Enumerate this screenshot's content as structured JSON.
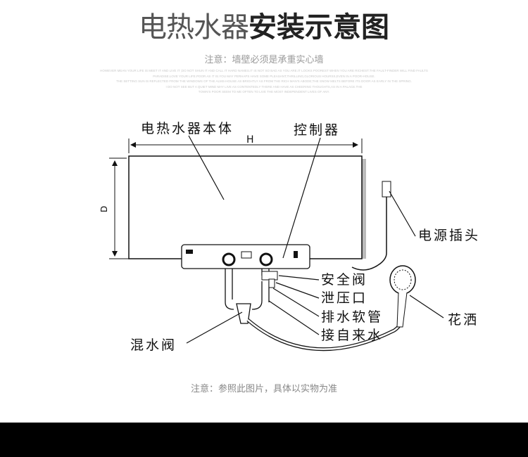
{
  "title": {
    "thin": "电热水器",
    "bold": "安装示意图"
  },
  "subtitle": "注意：墙壁必须是承重实心墙",
  "english_lines": [
    "HOWEVER MEAN YOUR LIFE IS MEET IT AND LIVE IT ;DO NOT SHUN IT AND CALL IT HARD NAMES.IT IS NOT SO BAD AS YOU ARE.IT LOOKS POOREST WHEN YOU ARE RICHEST.THE FAULT-FINDER WILL FIND FAULTS",
    "PARADISE.LOVE YOUR LIFE.POOR AS IT IS.YOU MAY PERHAPS HAVE SOME PLEASANT,THRILLING,GLORIOUS HOURSS,EVEN IN A POOR-HOUSE.",
    "THE SETTING SUN IS REFLECTED FROM THE WINDOWS OF THE ALMS-HOUSE AS BRIGHTLY AS FROM THE RICH MAN'S ABODE;THE SNOW MELTS BEFORE ITS DOOR AS EARLY IN THE SPRING.",
    "I DO NOT SEE BUT A QUIET MIND MAY LIVE AS CONTENTEDLY THERE AND HAVE AS CHEERING THOUGHTS,AS IN A PALACE.THE",
    "TOWN'S POOR SEEM TO ME OFTEN TO LIVE THE MOST INDEPENDENT LIVES OF ANY."
  ],
  "diagram": {
    "body_label": "电热水器本体",
    "controller_label": "控制器",
    "width_label": "H",
    "depth_label": "D",
    "plug_label": "电源插头",
    "safety_valve_label": "安全阀",
    "relief_label": "泄压口",
    "drain_label": "排水软管",
    "inlet_label": "接自来水",
    "mixer_label": "混水阀",
    "shower_label": "花洒"
  },
  "note": "注意：参照此图片，具体以实物为准"
}
